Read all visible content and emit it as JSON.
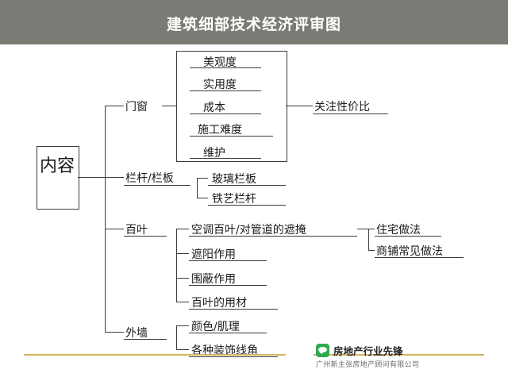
{
  "header": {
    "title": "建筑细部技术经济评审图"
  },
  "root": {
    "label": "内容"
  },
  "branches": [
    {
      "label": "门窗",
      "children": [
        "美观度",
        "实用度",
        "成本",
        "施工难度",
        "维护"
      ],
      "note": "关注性价比"
    },
    {
      "label": "栏杆/栏板",
      "children": [
        "玻璃栏板",
        "铁艺栏杆"
      ]
    },
    {
      "label": "百叶",
      "children": [
        "空调百叶/对管道的遮掩",
        "遮阳作用",
        "围蔽作用",
        "百叶的用材"
      ],
      "sub": [
        "住宅做法",
        "商铺常见做法"
      ]
    },
    {
      "label": "外墙",
      "children": [
        "颜色/肌理",
        "各种装饰线角"
      ]
    }
  ],
  "footer": {
    "account_name": "房地产行业先锋",
    "company": "广州新主张房地产顾问有限公司",
    "accent_color": "#d6b25e",
    "badge_color": "#2fa84f"
  }
}
